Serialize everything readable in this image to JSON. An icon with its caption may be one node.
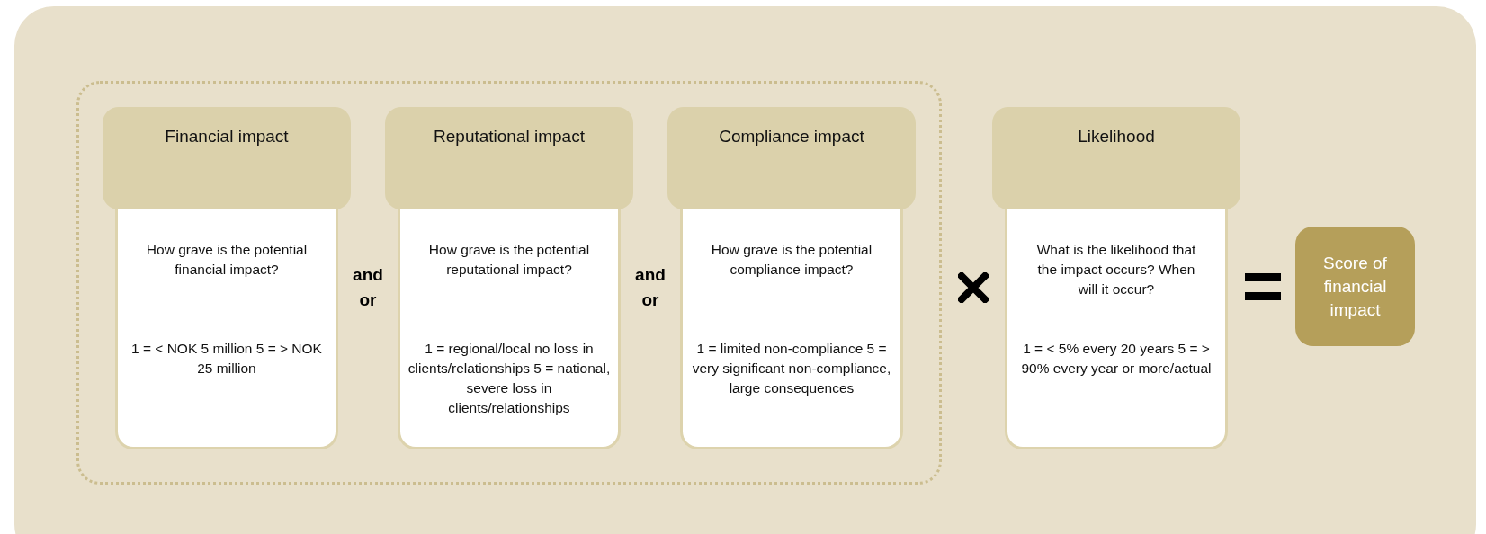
{
  "diagram": {
    "nodes": [
      {
        "text": [],
        "shape": "box"
      },
      {
        "text": [
          "Financial impact",
          "How grave is the potential financial impact?",
          "1 = < NOK 5 million 5 = > NOK 25 million"
        ],
        "in": 0
      },
      {
        "text": [
          "Reputational impact",
          "How grave is the potential reputational impact?",
          "1 = regional/local no loss in clients/relationships 5 = national, severe loss in clients/relationships"
        ],
        "in": 0
      },
      {
        "text": [
          "Compliance impact",
          "How grave is the potential compliance impact?",
          "1 = limited non-compliance 5 = very significant non-compliance, large consequences"
        ],
        "in": 0
      },
      {
        "text": [
          "Likelihood",
          "What is the likelihood that the impact occurs? When will it occur?",
          "1 = < 5% every 20 years 5 =  > 90% every year or more/actual"
        ]
      },
      {
        "text": [
          "Score of financial impact"
        ]
      }
    ],
    "edges": [],
    "labels": [
      "and or",
      "and or"
    ]
  }
}
